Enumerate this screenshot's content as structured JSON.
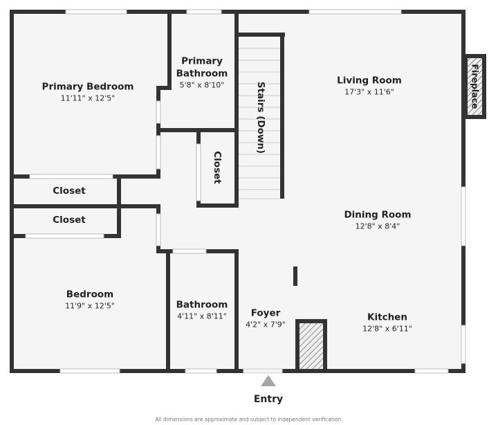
{
  "rooms": {
    "primary_bedroom": {
      "name": "Primary Bedroom",
      "dim": "11'11\" x 12'5\""
    },
    "primary_bathroom": {
      "name": "Primary Bathroom",
      "name_line1": "Primary",
      "name_line2": "Bathroom",
      "dim": "5'8\" x 8'10\""
    },
    "stairs": {
      "name": "Stairs (Down)"
    },
    "living_room": {
      "name": "Living Room",
      "dim": "17'3\" x 11'6\""
    },
    "fireplace": {
      "name": "Fireplace"
    },
    "closet_center": {
      "name": "Closet"
    },
    "closet_1": {
      "name": "Closet"
    },
    "closet_2": {
      "name": "Closet"
    },
    "dining_room": {
      "name": "Dining Room",
      "dim": "12'8\" x 8'4\""
    },
    "bedroom": {
      "name": "Bedroom",
      "dim": "11'9\" x 12'5\""
    },
    "bathroom": {
      "name": "Bathroom",
      "dim": "4'11\" x 8'11\""
    },
    "foyer": {
      "name": "Foyer",
      "dim": "4'2\" x 7'9\""
    },
    "kitchen": {
      "name": "Kitchen",
      "dim": "12'8\" x 6'11\""
    }
  },
  "entry_label": "Entry",
  "disclaimer": "All dimensions are approximate and subject to independent verification.",
  "colors": {
    "wall": "#333333",
    "floor": "#f5f5f5",
    "window": "#ffffff",
    "entry_marker": "#a6a6a6"
  }
}
